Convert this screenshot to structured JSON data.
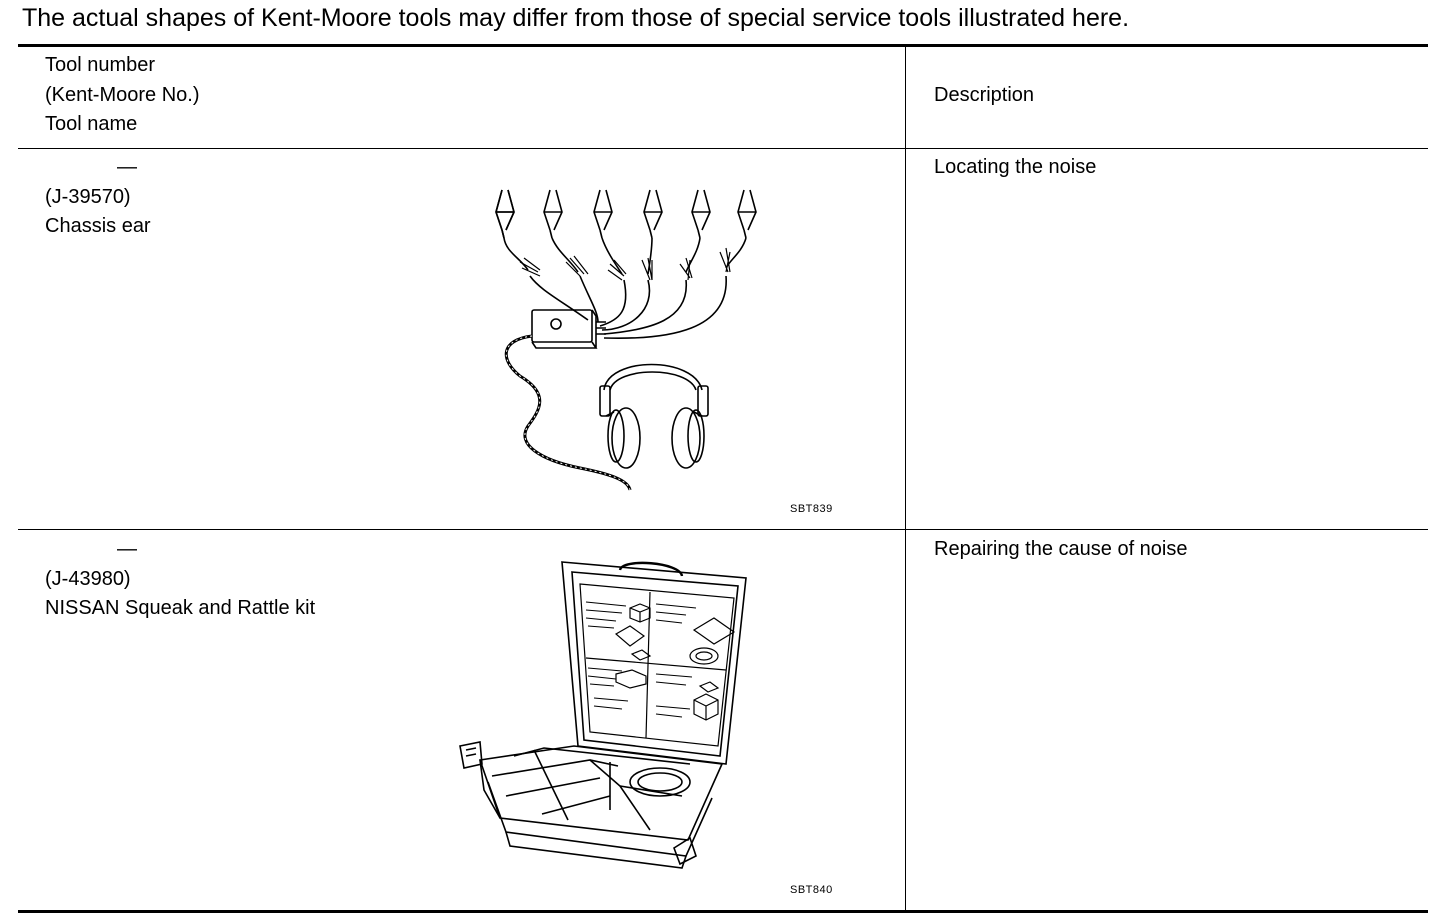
{
  "intro": "The actual shapes of Kent-Moore tools may differ from those of special service tools illustrated here.",
  "header": {
    "tool_col": [
      "Tool number",
      "(Kent-Moore No.)",
      "Tool name"
    ],
    "description": "Description"
  },
  "rows": [
    {
      "tool_number": "—",
      "kent_moore_no": "(J-39570)",
      "tool_name": "Chassis ear",
      "figure_code": "SBT839",
      "description": "Locating the noise",
      "icon": "chassis-ear-illustration"
    },
    {
      "tool_number": "—",
      "kent_moore_no": "(J-43980)",
      "tool_name": "NISSAN Squeak and Rattle kit",
      "figure_code": "SBT840",
      "description": "Repairing the cause of noise",
      "icon": "squeak-rattle-kit-illustration"
    }
  ]
}
